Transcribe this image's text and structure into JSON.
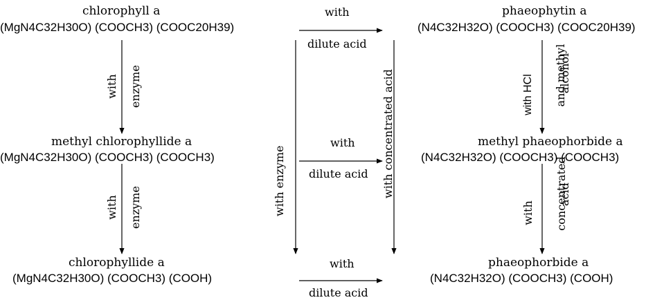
{
  "compounds": {
    "chlorophyll_a": {
      "name": "chlorophyll a",
      "formula": "(MgN4C32H30O) (COOCH3) (COOC20H39)"
    },
    "phaeophytin_a": {
      "name": "phaeophytin a",
      "formula": "(N4C32H32O) (COOCH3) (COOC20H39)"
    },
    "methyl_chlorophyllide_a": {
      "name": "methyl chlorophyllide a",
      "formula": "(MgN4C32H30O) (COOCH3) (COOCH3)"
    },
    "methyl_phaeophorbide_a": {
      "name": "methyl phaeophorbide a",
      "formula": "(N4C32H32O) (COOCH3) (COOCH3)"
    },
    "chlorophyllide_a": {
      "name": "chlorophyllide a",
      "formula": "(MgN4C32H30O) (COOCH3) (COOH)"
    },
    "phaeophorbide_a": {
      "name": "phaeophorbide a",
      "formula": "(N4C32H32O) (COOCH3) (COOH)"
    }
  },
  "labels": {
    "with": "with",
    "dilute_acid": "dilute acid",
    "enzyme": "enzyme",
    "with_enzyme": "with enzyme",
    "with_concentrated_acid": "with concentrated acid",
    "with_hcl": "with HCl",
    "and_methyl": "and methyl",
    "alcohol": "alcohol",
    "concentrated": "concentrated",
    "acid": "acid"
  }
}
